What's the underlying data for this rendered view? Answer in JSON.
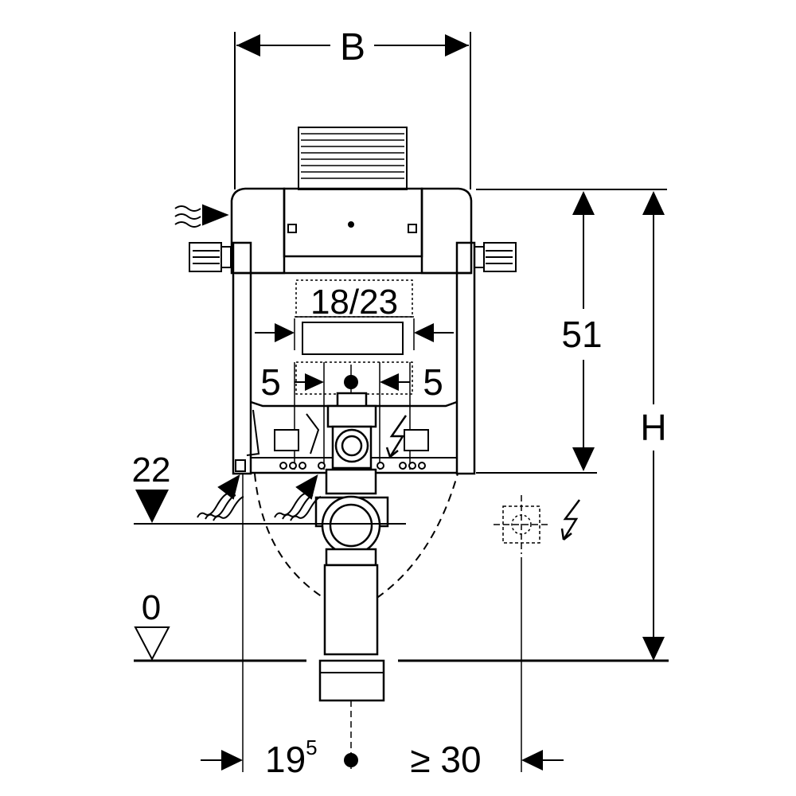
{
  "dimensions": {
    "width_label": "B",
    "height_label": "H",
    "frame_height": "51",
    "drain_range": "18/23",
    "offset_left": "5",
    "offset_right": "5",
    "wall_distance": "19",
    "wall_distance_sup": "5",
    "side_clearance": "≥ 30",
    "pipe_level": "22",
    "floor_level": "0"
  },
  "colors": {
    "line": "#000000",
    "background": "#ffffff"
  },
  "icons": [
    "water-inlet-icon",
    "electric-icon",
    "floor-level-marker-icon",
    "level-marker-icon",
    "socket-icon"
  ]
}
